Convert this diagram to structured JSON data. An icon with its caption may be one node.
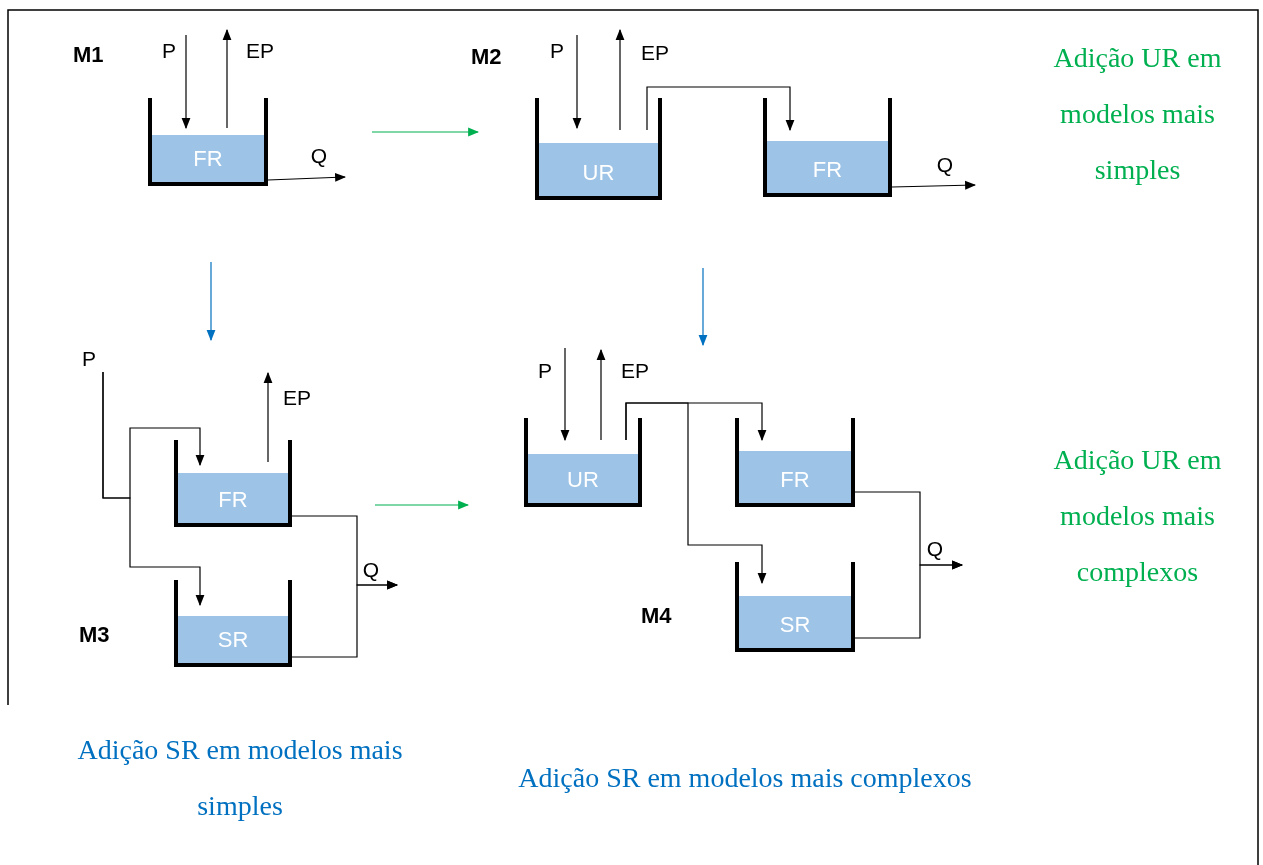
{
  "diagram": {
    "nodes": [
      {
        "text": [
          "M1"
        ]
      },
      {
        "text": [
          "P"
        ],
        "in": 0
      },
      {
        "text": [
          "EP"
        ],
        "in": 0
      },
      {
        "text": [
          "FR"
        ],
        "in": 0
      },
      {
        "text": [
          "Q"
        ],
        "in": 0
      },
      {
        "text": [
          "M2"
        ]
      },
      {
        "text": [
          "P"
        ],
        "in": 5
      },
      {
        "text": [
          "EP"
        ],
        "in": 5
      },
      {
        "text": [
          "UR"
        ],
        "in": 5
      },
      {
        "text": [
          "FR"
        ],
        "in": 5
      },
      {
        "text": [
          "Q"
        ],
        "in": 5
      },
      {
        "text": [
          "M3"
        ]
      },
      {
        "text": [
          "P"
        ],
        "in": 11
      },
      {
        "text": [
          "EP"
        ],
        "in": 11
      },
      {
        "text": [
          "FR"
        ],
        "in": 11
      },
      {
        "text": [
          "SR"
        ],
        "in": 11
      },
      {
        "text": [
          "Q"
        ],
        "in": 11
      },
      {
        "text": [
          "M4"
        ]
      },
      {
        "text": [
          "P"
        ],
        "in": 17
      },
      {
        "text": [
          "EP"
        ],
        "in": 17
      },
      {
        "text": [
          "UR"
        ],
        "in": 17
      },
      {
        "text": [
          "FR"
        ],
        "in": 17
      },
      {
        "text": [
          "SR"
        ],
        "in": 17
      },
      {
        "text": [
          "Q"
        ],
        "in": 17
      }
    ],
    "edges": [
      {
        "from": 1,
        "to": 3,
        "arrow": "to"
      },
      {
        "from": 3,
        "to": 2,
        "arrow": "to"
      },
      {
        "from": 3,
        "to": 4,
        "arrow": "to"
      },
      {
        "from": 6,
        "to": 8,
        "arrow": "to"
      },
      {
        "from": 8,
        "to": 7,
        "arrow": "to"
      },
      {
        "from": 8,
        "to": 9,
        "arrow": "to"
      },
      {
        "from": 9,
        "to": 10,
        "arrow": "to"
      },
      {
        "from": 12,
        "to": 14,
        "arrow": "to"
      },
      {
        "from": 12,
        "to": 15,
        "arrow": "to"
      },
      {
        "from": 14,
        "to": 13,
        "arrow": "to"
      },
      {
        "from": 14,
        "to": 16,
        "arrow": "to"
      },
      {
        "from": 15,
        "to": 16,
        "arrow": "to"
      },
      {
        "from": 18,
        "to": 20,
        "arrow": "to"
      },
      {
        "from": 20,
        "to": 19,
        "arrow": "to"
      },
      {
        "from": 20,
        "to": 21,
        "arrow": "to"
      },
      {
        "from": 20,
        "to": 22,
        "arrow": "to"
      },
      {
        "from": 21,
        "to": 23,
        "arrow": "to"
      },
      {
        "from": 22,
        "to": 23,
        "arrow": "to"
      },
      {
        "from": 0,
        "to": 5,
        "arrow": "to",
        "color": "#00b050"
      },
      {
        "from": 0,
        "to": 11,
        "arrow": "to",
        "color": "#0070c0"
      },
      {
        "from": 11,
        "to": 17,
        "arrow": "to",
        "color": "#00b050"
      },
      {
        "from": 5,
        "to": 17,
        "arrow": "to",
        "color": "#0070c0"
      }
    ],
    "labels": [
      "Adição UR em modelos mais simples",
      "Adição UR em modelos mais complexos",
      "Adição SR em modelos mais simples",
      "Adição SR em modelos mais complexos"
    ]
  }
}
